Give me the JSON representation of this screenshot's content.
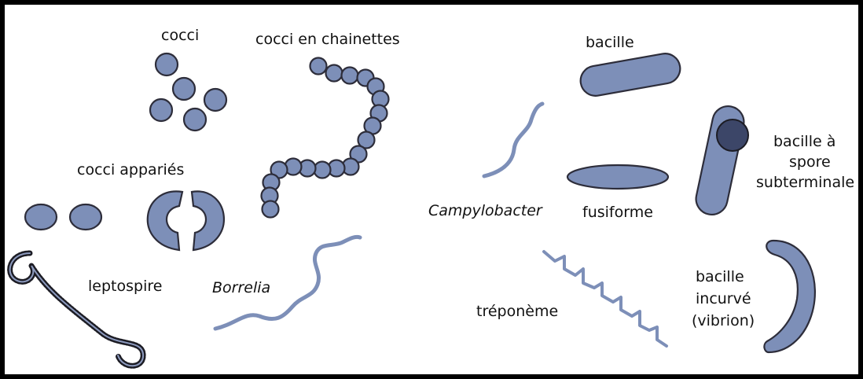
{
  "colors": {
    "cell_fill": "#7d8fb8",
    "cell_stroke": "#2d2d3a",
    "spore_fill": "#3c4668",
    "border": "#000000",
    "text": "#111111"
  },
  "labels": {
    "cocci": "cocci",
    "cocci_chainettes": "cocci en chainettes",
    "cocci_apparies": "cocci appariés",
    "leptospire": "leptospire",
    "borrelia": "Borrelia",
    "bacille": "bacille",
    "campylobacter": "Campylobacter",
    "fusiforme": "fusiforme",
    "spore_line1": "bacille à",
    "spore_line2": "spore",
    "spore_line3": "subterminale",
    "treponeme": "tréponème",
    "incurve_line1": "bacille",
    "incurve_line2": "incurvé",
    "incurve_line3": "(vibrion)"
  },
  "icons": [
    "cocci-icon",
    "streptococci-chain-icon",
    "diplococci-icon",
    "leptospira-icon",
    "borrelia-icon",
    "bacillus-icon",
    "campylobacter-icon",
    "fusiform-icon",
    "spore-bacillus-icon",
    "treponema-icon",
    "vibrio-icon"
  ]
}
